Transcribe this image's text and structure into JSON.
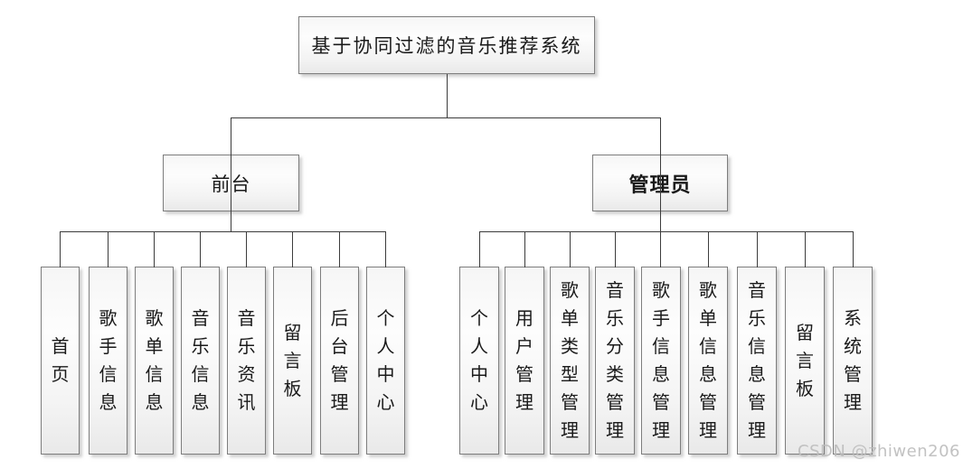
{
  "chart": {
    "root": "基于协同过滤的音乐推荐系统",
    "branches": [
      {
        "label": "前台",
        "children": [
          "首页",
          "歌手信息",
          "歌单信息",
          "音乐信息",
          "音乐资讯",
          "留言板",
          "后台管理",
          "个人中心"
        ]
      },
      {
        "label": "管理员",
        "children": [
          "个人中心",
          "用户管理",
          "歌单类型管理",
          "音乐分类管理",
          "歌手信息管理",
          "歌单信息管理",
          "音乐信息管理",
          "留言板",
          "系统管理"
        ]
      }
    ]
  },
  "watermark": "CSDN @zhiwen206",
  "colors": {
    "line": "#3c3c3c",
    "box_border": "#7d7d7d",
    "box_fill_top": "#f6f6f6",
    "box_fill_bottom": "#e9e9e9",
    "watermark_text": "#bbbbbb"
  }
}
